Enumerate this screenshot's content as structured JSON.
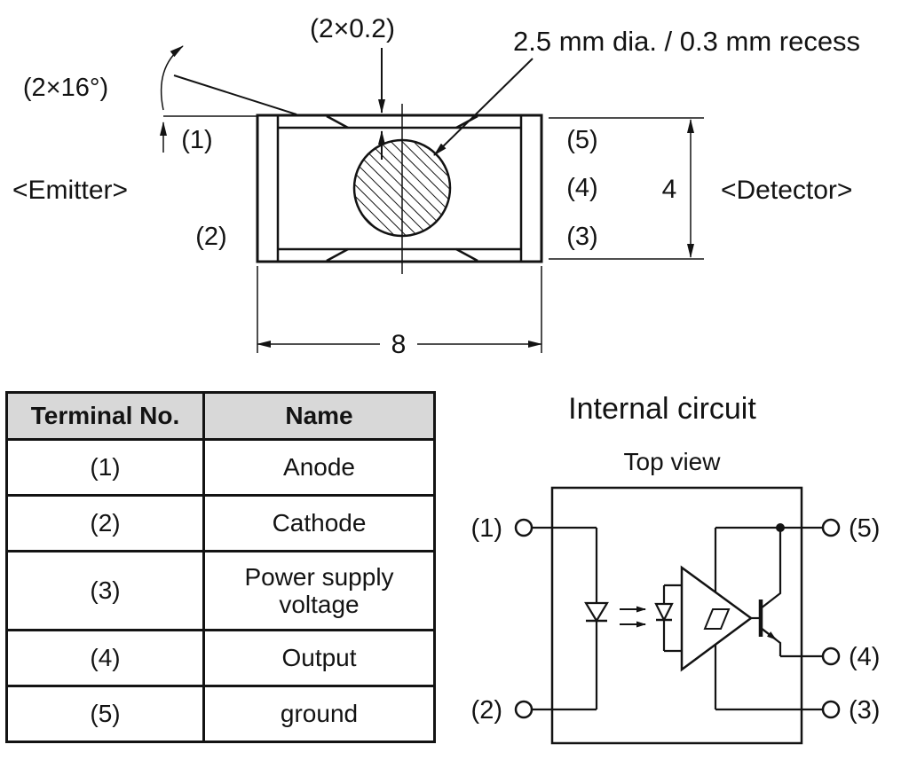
{
  "colors": {
    "ink": "#131313",
    "background": "#ffffff",
    "table_header_bg": "#d8d8d8"
  },
  "mech_drawing": {
    "top_recess_dim": "(2×0.2)",
    "aperture_note": "2.5 mm dia. / 0.3 mm recess",
    "chamfer_angle": "(2×16°)",
    "emitter_label": "<Emitter>",
    "detector_label": "<Detector>",
    "pin_left_top": "(1)",
    "pin_left_bottom": "(2)",
    "pin_right_top": "(5)",
    "pin_right_middle": "(4)",
    "pin_right_bottom": "(3)",
    "height_dim": "4",
    "width_dim": "8"
  },
  "terminal_table": {
    "headers": [
      "Terminal No.",
      "Name"
    ],
    "rows": [
      {
        "no": "(1)",
        "name": "Anode"
      },
      {
        "no": "(2)",
        "name": "Cathode"
      },
      {
        "no": "(3)",
        "name": "Power supply voltage"
      },
      {
        "no": "(4)",
        "name": "Output"
      },
      {
        "no": "(5)",
        "name": "ground"
      }
    ]
  },
  "internal_circuit": {
    "title": "Internal circuit",
    "subtitle": "Top view",
    "pin1": "(1)",
    "pin2": "(2)",
    "pin3": "(3)",
    "pin4": "(4)",
    "pin5": "(5)"
  }
}
